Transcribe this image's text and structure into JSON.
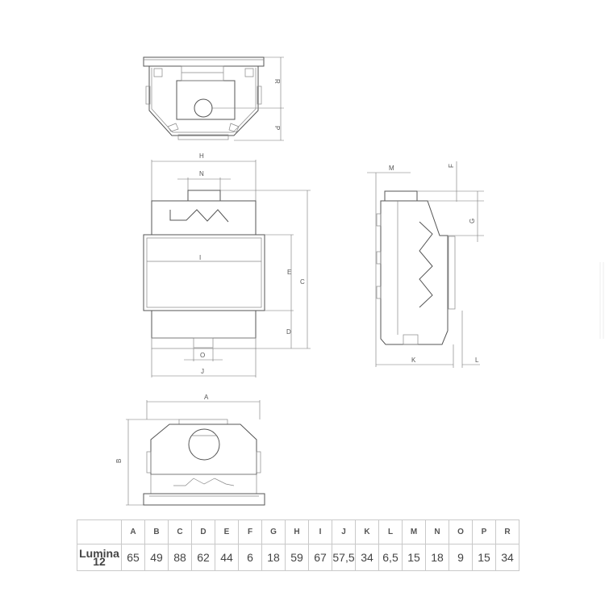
{
  "diagram": {
    "title": "Lumina 12 technical drawing",
    "views": [
      {
        "name": "top-view",
        "dimension_labels": [
          "R",
          "P"
        ]
      },
      {
        "name": "front-view",
        "dimension_labels": [
          "H",
          "N",
          "I",
          "E",
          "C",
          "D",
          "O",
          "J"
        ]
      },
      {
        "name": "side-view",
        "dimension_labels": [
          "M",
          "F",
          "G",
          "K",
          "L"
        ]
      },
      {
        "name": "rear-view",
        "dimension_labels": [
          "A",
          "B"
        ]
      }
    ],
    "labels": {
      "A": "A",
      "B": "B",
      "C": "C",
      "D": "D",
      "E": "E",
      "F": "F",
      "G": "G",
      "H": "H",
      "I": "I",
      "J": "J",
      "K": "K",
      "L": "L",
      "M": "M",
      "N": "N",
      "O": "O",
      "P": "P",
      "R": "R"
    }
  },
  "table": {
    "model_label_line1": "Lumina",
    "model_label_line2": "12",
    "columns": [
      "A",
      "B",
      "C",
      "D",
      "E",
      "F",
      "G",
      "H",
      "I",
      "J",
      "K",
      "L",
      "M",
      "N",
      "O",
      "P",
      "R"
    ],
    "values": [
      "65",
      "49",
      "88",
      "62",
      "44",
      "6",
      "18",
      "59",
      "67",
      "57,5",
      "34",
      "6,5",
      "15",
      "18",
      "9",
      "15",
      "34"
    ]
  }
}
